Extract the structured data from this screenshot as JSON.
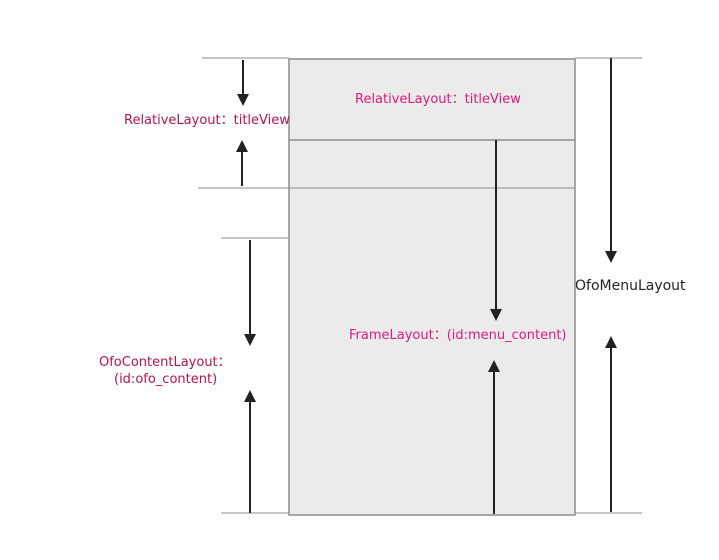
{
  "diagram": {
    "labels": {
      "title_view_side": "RelativeLayout：titleView",
      "title_view_inner": "RelativeLayout：titleView",
      "menu_layout": "OfoMenuLayout",
      "frame_layout": "FrameLayout：(id:menu_content)",
      "content_layout_line1": "OfoContentLayout：",
      "content_layout_line2": "(id:ofo_content)"
    },
    "colors": {
      "box_fill": "#ebebeb",
      "box_stroke": "#8c8c8c",
      "guide_line": "#8c8c8c",
      "arrow": "#222222",
      "label_pink": "#e0197d",
      "label_maroon": "#b5134f",
      "label_dark": "#222222"
    }
  }
}
